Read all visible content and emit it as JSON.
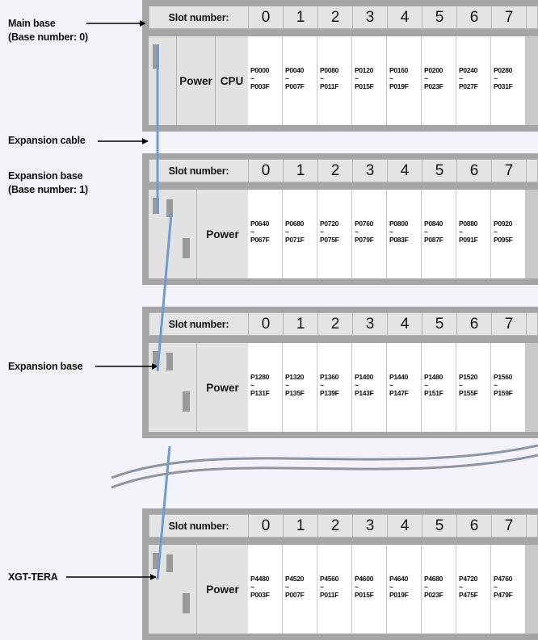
{
  "colors": {
    "cable": "#6f9bd3",
    "frame": "#a5a5a5",
    "slot": "#ffffff"
  },
  "labels": {
    "main_line1": "Main base",
    "main_line2": "(Base number: 0)",
    "expansion_cable": "Expansion cable",
    "exp1_line1": "Expansion base",
    "exp1_line2": "(Base number: 1)",
    "exp2": "Expansion base",
    "tera": "XGT-TERA"
  },
  "slot_header": "Slot number:",
  "slot_numbers": [
    "0",
    "1",
    "2",
    "3",
    "4",
    "5",
    "6",
    "7"
  ],
  "power_label": "Power",
  "cpu_label": "CPU",
  "tilde": "~",
  "bases": [
    {
      "slots": [
        {
          "start": "P0000",
          "end": "P003F"
        },
        {
          "start": "P0040",
          "end": "P007F"
        },
        {
          "start": "P0080",
          "end": "P011F"
        },
        {
          "start": "P0120",
          "end": "P015F"
        },
        {
          "start": "P0160",
          "end": "P019F"
        },
        {
          "start": "P0200",
          "end": "P023F"
        },
        {
          "start": "P0240",
          "end": "P027F"
        },
        {
          "start": "P0280",
          "end": "P031F"
        }
      ]
    },
    {
      "slots": [
        {
          "start": "P0640",
          "end": "P067F"
        },
        {
          "start": "P0680",
          "end": "P071F"
        },
        {
          "start": "P0720",
          "end": "P075F"
        },
        {
          "start": "P0760",
          "end": "P079F"
        },
        {
          "start": "P0800",
          "end": "P083F"
        },
        {
          "start": "P0840",
          "end": "P087F"
        },
        {
          "start": "P0880",
          "end": "P091F"
        },
        {
          "start": "P0920",
          "end": "P095F"
        }
      ]
    },
    {
      "slots": [
        {
          "start": "P1280",
          "end": "P131F"
        },
        {
          "start": "P1320",
          "end": "P135F"
        },
        {
          "start": "P1360",
          "end": "P139F"
        },
        {
          "start": "P1400",
          "end": "P143F"
        },
        {
          "start": "P1440",
          "end": "P147F"
        },
        {
          "start": "P1480",
          "end": "P151F"
        },
        {
          "start": "P1520",
          "end": "P155F"
        },
        {
          "start": "P1560",
          "end": "P159F"
        }
      ]
    },
    {
      "slots": [
        {
          "start": "P4480",
          "end": "P003F"
        },
        {
          "start": "P4520",
          "end": "P007F"
        },
        {
          "start": "P4560",
          "end": "P011F"
        },
        {
          "start": "P4600",
          "end": "P015F"
        },
        {
          "start": "P4640",
          "end": "P019F"
        },
        {
          "start": "P4680",
          "end": "P023F"
        },
        {
          "start": "P4720",
          "end": "P475F"
        },
        {
          "start": "P4760",
          "end": "P479F"
        }
      ]
    }
  ]
}
